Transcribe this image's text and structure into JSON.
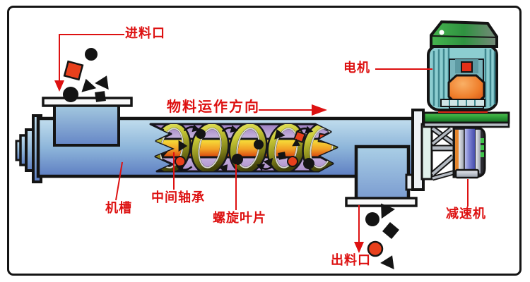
{
  "labels": {
    "feed_inlet": "进料口",
    "material_direction": "物料运作方向",
    "motor": "电机",
    "trough": "机槽",
    "intermediate_bearing": "中间轴承",
    "screw_blade": "螺旋叶片",
    "discharge_outlet": "出料口",
    "reducer": "减速机"
  },
  "colors": {
    "annotation_red": "#dd1111",
    "outline_black": "#141414",
    "tube_blue_top": "#bedbec",
    "tube_blue_bottom": "#5e7ec2",
    "cutaway_purple": "#c9b6e2",
    "shaft_yellow": "#f7e63c",
    "shaft_orange_red": "#d7430e",
    "flight_yellow_green": "#c9c937",
    "motor_cap_green": "#3fae4a",
    "motor_body_teal": "#8ccdd0",
    "motor_octagon_orange": "#ef7d2a",
    "mount_plate_green": "#2a9a35",
    "gearbox_blue": "#7a80d0",
    "particle_red": "#e8401c",
    "particle_black": "#141414"
  }
}
